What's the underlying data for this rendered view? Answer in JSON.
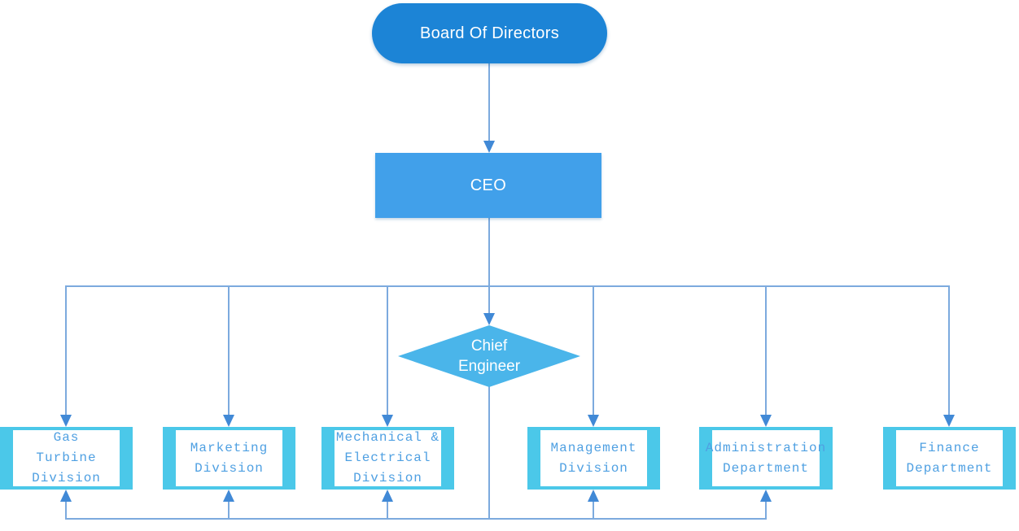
{
  "nodes": {
    "board": {
      "label": "Board Of Directors",
      "shape": "rounded-pill"
    },
    "ceo": {
      "label": "CEO",
      "shape": "rectangle"
    },
    "chief_engineer": {
      "label": "Chief\nEngineer",
      "shape": "diamond"
    }
  },
  "departments": [
    {
      "label": "Gas\nTurbine\nDivision"
    },
    {
      "label": "Marketing\nDivision"
    },
    {
      "label": "Mechanical &\nElectrical\nDivision"
    },
    {
      "label": "Management\nDivision"
    },
    {
      "label": "Administration\nDepartment"
    },
    {
      "label": "Finance\nDepartment"
    }
  ],
  "colors": {
    "board-fill": "#1c84d6",
    "ceo-fill": "#41a0ea",
    "diamond-fill": "#4ab5ea",
    "dept-frame": "#4bc8e9",
    "dept-text": "#4fa0e2",
    "node-text": "#ffffff",
    "connector": "#7caade",
    "arrowhead": "#4189d6",
    "background": "#ffffff"
  }
}
